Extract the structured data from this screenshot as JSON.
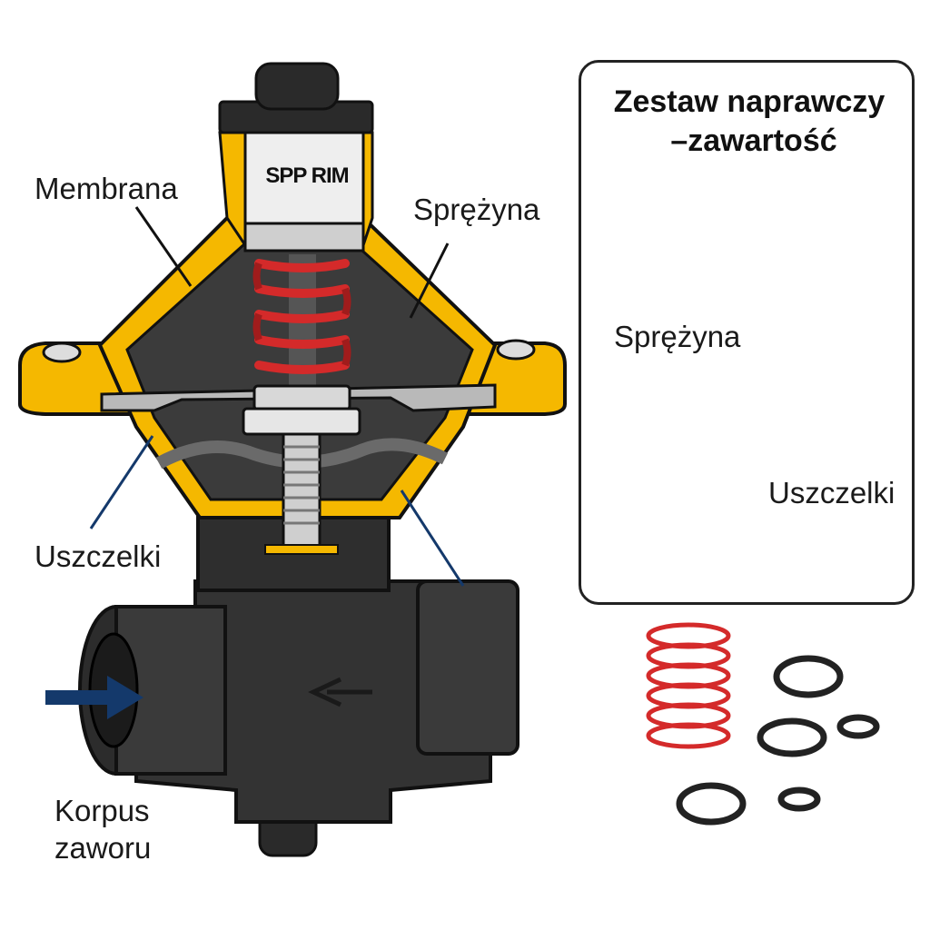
{
  "callouts": {
    "membrana": "Membrana",
    "sprezyna": "Sprężyna",
    "uszczelki": "Uszczelki",
    "korpus_line1": "Korpus",
    "korpus_line2": "zaworu"
  },
  "brand_label": "SPP RIM",
  "kit": {
    "title_line1": "Zestaw naprawczy",
    "title_line2": "–zawartość",
    "spring_label": "Sprężyna",
    "seals_label": "Uszczelki"
  },
  "colors": {
    "housing_yellow": "#f5b800",
    "body_black": "#2b2b2b",
    "spring_red": "#d42a2a",
    "arrow_blue": "#14396b"
  },
  "icons": {
    "flow_arrow": "arrow-right-icon",
    "body_arrow": "arrow-left-icon"
  }
}
